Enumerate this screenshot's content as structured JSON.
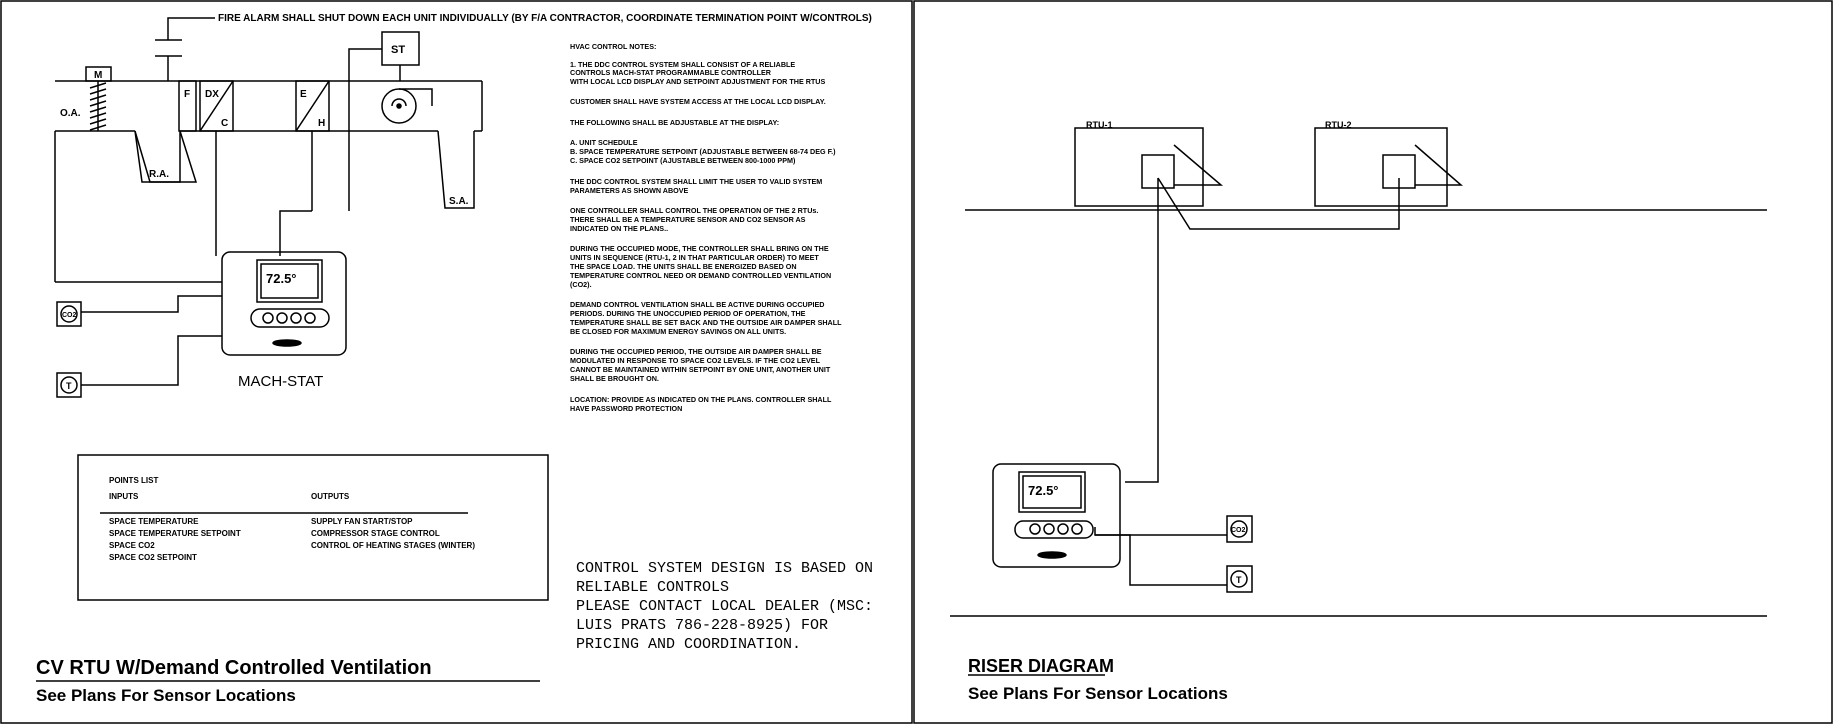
{
  "left": {
    "fire_alarm_note": "FIRE ALARM SHALL SHUT DOWN EACH UNIT INDIVIDUALLY (BY F/A CONTRACTOR, COORDINATE TERMINATION POINT W/CONTROLS)",
    "labels": {
      "damper": "M",
      "outside_air": "O.A.",
      "filter": "F",
      "dx": "DX",
      "dx_c": "C",
      "heater_e": "E",
      "heater_h": "H",
      "starter": "ST",
      "return_air": "R.A.",
      "supply_air": "S.A.",
      "co2_sensor": "CO2",
      "temp_sensor": "T",
      "controller_name": "MACH-STAT",
      "display_value": "72.5°"
    },
    "notes": [
      "HVAC CONTROL NOTES:",
      "1. THE DDC CONTROL SYSTEM SHALL CONSIST OF A RELIABLE",
      "CONTROLS MACH-STAT PROGRAMMABLE CONTROLLER",
      "WITH LOCAL LCD DISPLAY AND SETPOINT ADJUSTMENT FOR THE RTUS",
      "CUSTOMER SHALL HAVE SYSTEM ACCESS AT THE LOCAL LCD DISPLAY.",
      "THE FOLLOWING SHALL BE ADJUSTABLE AT THE DISPLAY:",
      "A. UNIT SCHEDULE",
      "B. SPACE TEMPERATURE SETPOINT (ADJUSTABLE BETWEEN 68-74 DEG F.)",
      "C. SPACE CO2 SETPOINT (AJUSTABLE BETWEEN 800-1000 PPM)",
      "THE DDC CONTROL SYSTEM SHALL LIMIT THE USER TO VALID SYSTEM",
      "PARAMETERS AS SHOWN ABOVE",
      "ONE CONTROLLER SHALL CONTROL THE OPERATION OF THE 2 RTUs.",
      "THERE SHALL BE A TEMPERATURE SENSOR AND CO2 SENSOR AS",
      "INDICATED ON THE PLANS..",
      "DURING THE OCCUPIED MODE, THE CONTROLLER SHALL BRING ON THE",
      "UNITS IN SEQUENCE (RTU-1, 2 IN THAT PARTICULAR ORDER) TO MEET",
      "THE SPACE LOAD. THE UNITS SHALL BE ENERGIZED BASED ON",
      "TEMPERATURE CONTROL NEED OR DEMAND CONTROLLED VENTILATION",
      "(CO2).",
      "DEMAND CONTROL VENTILATION SHALL BE ACTIVE DURING OCCUPIED",
      "PERIODS. DURING THE UNOCCUPIED PERIOD OF OPERATION, THE",
      "TEMPERATURE SHALL BE SET BACK AND THE OUTSIDE AIR DAMPER SHALL",
      "BE CLOSED FOR MAXIMUM ENERGY SAVINGS ON ALL UNITS.",
      "DURING THE OCCUPIED PERIOD, THE OUTSIDE AIR DAMPER SHALL BE",
      "MODULATED IN RESPONSE TO SPACE CO2 LEVELS. IF THE CO2 LEVEL",
      "CANNOT BE MAINTAINED WITHIN SETPOINT BY ONE UNIT, ANOTHER UNIT",
      "SHALL BE BROUGHT ON.",
      "LOCATION: PROVIDE AS INDICATED ON THE PLANS. CONTROLLER SHALL",
      "HAVE PASSWORD PROTECTION"
    ],
    "points_list": {
      "title": "POINTS LIST",
      "inputs_header": "INPUTS",
      "outputs_header": "OUTPUTS",
      "inputs": [
        "SPACE TEMPERATURE",
        "SPACE TEMPERATURE SETPOINT",
        "SPACE CO2",
        "SPACE CO2 SETPOINT"
      ],
      "outputs": [
        "SUPPLY FAN START/STOP",
        "COMPRESSOR STAGE CONTROL",
        "CONTROL OF HEATING STAGES (WINTER)"
      ]
    },
    "design_note": [
      "CONTROL SYSTEM DESIGN IS BASED ON",
      "RELIABLE CONTROLS",
      "PLEASE CONTACT LOCAL DEALER (MSC:",
      "LUIS PRATS 786-228-8925) FOR",
      "PRICING AND COORDINATION."
    ],
    "title": "CV RTU W/Demand Controlled Ventilation",
    "subtitle": "See Plans For Sensor Locations"
  },
  "right": {
    "rtu1": "RTU-1",
    "rtu2": "RTU-2",
    "co2_sensor": "CO2",
    "temp_sensor": "T",
    "display_value": "72.5°",
    "title": "RISER DIAGRAM",
    "subtitle": "See Plans For Sensor Locations"
  }
}
